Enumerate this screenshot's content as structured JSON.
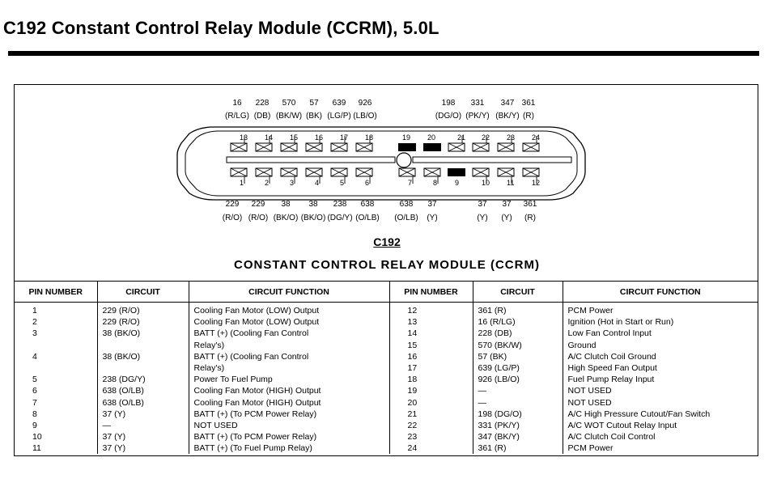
{
  "page": {
    "title": "C192  Constant Control Relay Module (CCRM), 5.0L"
  },
  "connector": {
    "id": "C192",
    "name": "CONSTANT  CONTROL  RELAY  MODULE  (CCRM)",
    "top_labels_left": [
      {
        "circuit": "16",
        "color": "(R/LG)"
      },
      {
        "circuit": "228",
        "color": "(DB)"
      },
      {
        "circuit": "570",
        "color": "(BK/W)"
      },
      {
        "circuit": "57",
        "color": "(BK)"
      },
      {
        "circuit": "639",
        "color": "(LG/P)"
      },
      {
        "circuit": "926",
        "color": "(LB/O)"
      }
    ],
    "top_labels_right": [
      {
        "circuit": "198",
        "color": "(DG/O)"
      },
      {
        "circuit": "331",
        "color": "(PK/Y)"
      },
      {
        "circuit": "347",
        "color": "(BK/Y)"
      },
      {
        "circuit": "361",
        "color": "(R)"
      }
    ],
    "top_row_pins": [
      "13",
      "14",
      "15",
      "16",
      "17",
      "18",
      "19",
      "20",
      "21",
      "22",
      "23",
      "24"
    ],
    "bottom_row_pins": [
      "1",
      "2",
      "3",
      "4",
      "5",
      "6",
      "7",
      "8",
      "9",
      "10",
      "11",
      "12"
    ],
    "blank_pins": [
      "19",
      "20",
      "9"
    ],
    "bottom_labels": [
      {
        "circuit": "229",
        "color": "(R/O)"
      },
      {
        "circuit": "229",
        "color": "(R/O)"
      },
      {
        "circuit": "38",
        "color": "(BK/O)"
      },
      {
        "circuit": "38",
        "color": "(BK/O)"
      },
      {
        "circuit": "238",
        "color": "(DG/Y)"
      },
      {
        "circuit": "638",
        "color": "(O/LB)"
      },
      {
        "circuit": "638",
        "color": "(O/LB)"
      },
      {
        "circuit": "37",
        "color": "(Y)"
      },
      {
        "circuit": "37",
        "color": "(Y)"
      },
      {
        "circuit": "37",
        "color": "(Y)"
      },
      {
        "circuit": "361",
        "color": "(R)"
      }
    ]
  },
  "table": {
    "headers": {
      "pin_left": "PIN NUMBER",
      "circuit_left": "CIRCUIT",
      "function_left": "CIRCUIT  FUNCTION",
      "pin_right": "PIN NUMBER",
      "circuit_right": "CIRCUIT",
      "function_right": "CIRCUIT  FUNCTION"
    },
    "rows": [
      {
        "lp": "1",
        "lc": "229  (R/O)",
        "lf": "Cooling Fan Motor (LOW) Output",
        "rp": "12",
        "rc": "361  (R)",
        "rf": "PCM Power"
      },
      {
        "lp": "2",
        "lc": "229  (R/O)",
        "lf": "Cooling Fan Motor (LOW) Output",
        "rp": "13",
        "rc": "16  (R/LG)",
        "rf": "Ignition (Hot in Start or Run)"
      },
      {
        "lp": "3",
        "lc": "38  (BK/O)",
        "lf": "BATT (+) (Cooling Fan Control",
        "rp": "14",
        "rc": "228  (DB)",
        "rf": "Low Fan Control Input"
      },
      {
        "lp": "",
        "lc": "",
        "lf": "  Relay's)",
        "rp": "15",
        "rc": "570  (BK/W)",
        "rf": "Ground"
      },
      {
        "lp": "4",
        "lc": "38  (BK/O)",
        "lf": "BATT (+) (Cooling Fan Control",
        "rp": "16",
        "rc": "57  (BK)",
        "rf": "A/C Clutch Coil Ground"
      },
      {
        "lp": "",
        "lc": "",
        "lf": "  Relay's)",
        "rp": "17",
        "rc": "639  (LG/P)",
        "rf": "High Speed Fan Output"
      },
      {
        "lp": "5",
        "lc": "238  (DG/Y)",
        "lf": "Power To Fuel Pump",
        "rp": "18",
        "rc": "926  (LB/O)",
        "rf": "Fuel Pump Relay Input"
      },
      {
        "lp": "6",
        "lc": "638  (O/LB)",
        "lf": "Cooling Fan Motor (HIGH) Output",
        "rp": "19",
        "rc": "—",
        "rf": "NOT  USED"
      },
      {
        "lp": "7",
        "lc": "638  (O/LB)",
        "lf": "Cooling Fan Motor (HIGH) Output",
        "rp": "20",
        "rc": "—",
        "rf": "NOT  USED"
      },
      {
        "lp": "8",
        "lc": "37  (Y)",
        "lf": "BATT (+) (To PCM Power Relay)",
        "rp": "21",
        "rc": "198  (DG/O)",
        "rf": "A/C High Pressure Cutout/Fan Switch"
      },
      {
        "lp": "9",
        "lc": "—",
        "lf": "NOT  USED",
        "rp": "22",
        "rc": "331  (PK/Y)",
        "rf": "A/C WOT Cutout Relay Input"
      },
      {
        "lp": "10",
        "lc": "37  (Y)",
        "lf": "BATT (+) (To PCM Power Relay)",
        "rp": "23",
        "rc": "347  (BK/Y)",
        "rf": "A/C Clutch Coil Control"
      },
      {
        "lp": "11",
        "lc": "37  (Y)",
        "lf": "BATT (+) (To Fuel Pump Relay)",
        "rp": "24",
        "rc": "361  (R)",
        "rf": "PCM Power"
      }
    ]
  }
}
